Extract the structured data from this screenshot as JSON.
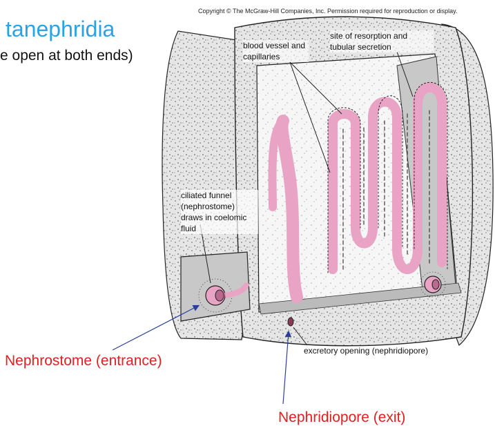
{
  "slide": {
    "title": "tanephridia",
    "subtitle": "e open at both ends)",
    "copyright": "Copyright © The McGraw-Hill Companies, Inc. Permission required for reproduction or display."
  },
  "figure_labels": {
    "blood_vessel": "blood vessel and capillaries",
    "resorption": "site of resorption and tubular secretion",
    "ciliated_funnel": "ciliated funnel (nephrostome) draws in coelomic fluid",
    "excretory_opening": "excretory opening (nephridiopore)"
  },
  "annotations": {
    "nephrostome": "Nephrostome (entrance)",
    "nephridiopore": "Nephridiopore (exit)"
  },
  "colors": {
    "title": "#2aa3e6",
    "annotation": "#e12020",
    "arrow": "#2b3f9a",
    "tubule": "#e9a3c4",
    "segment": "#d9d9d9"
  }
}
